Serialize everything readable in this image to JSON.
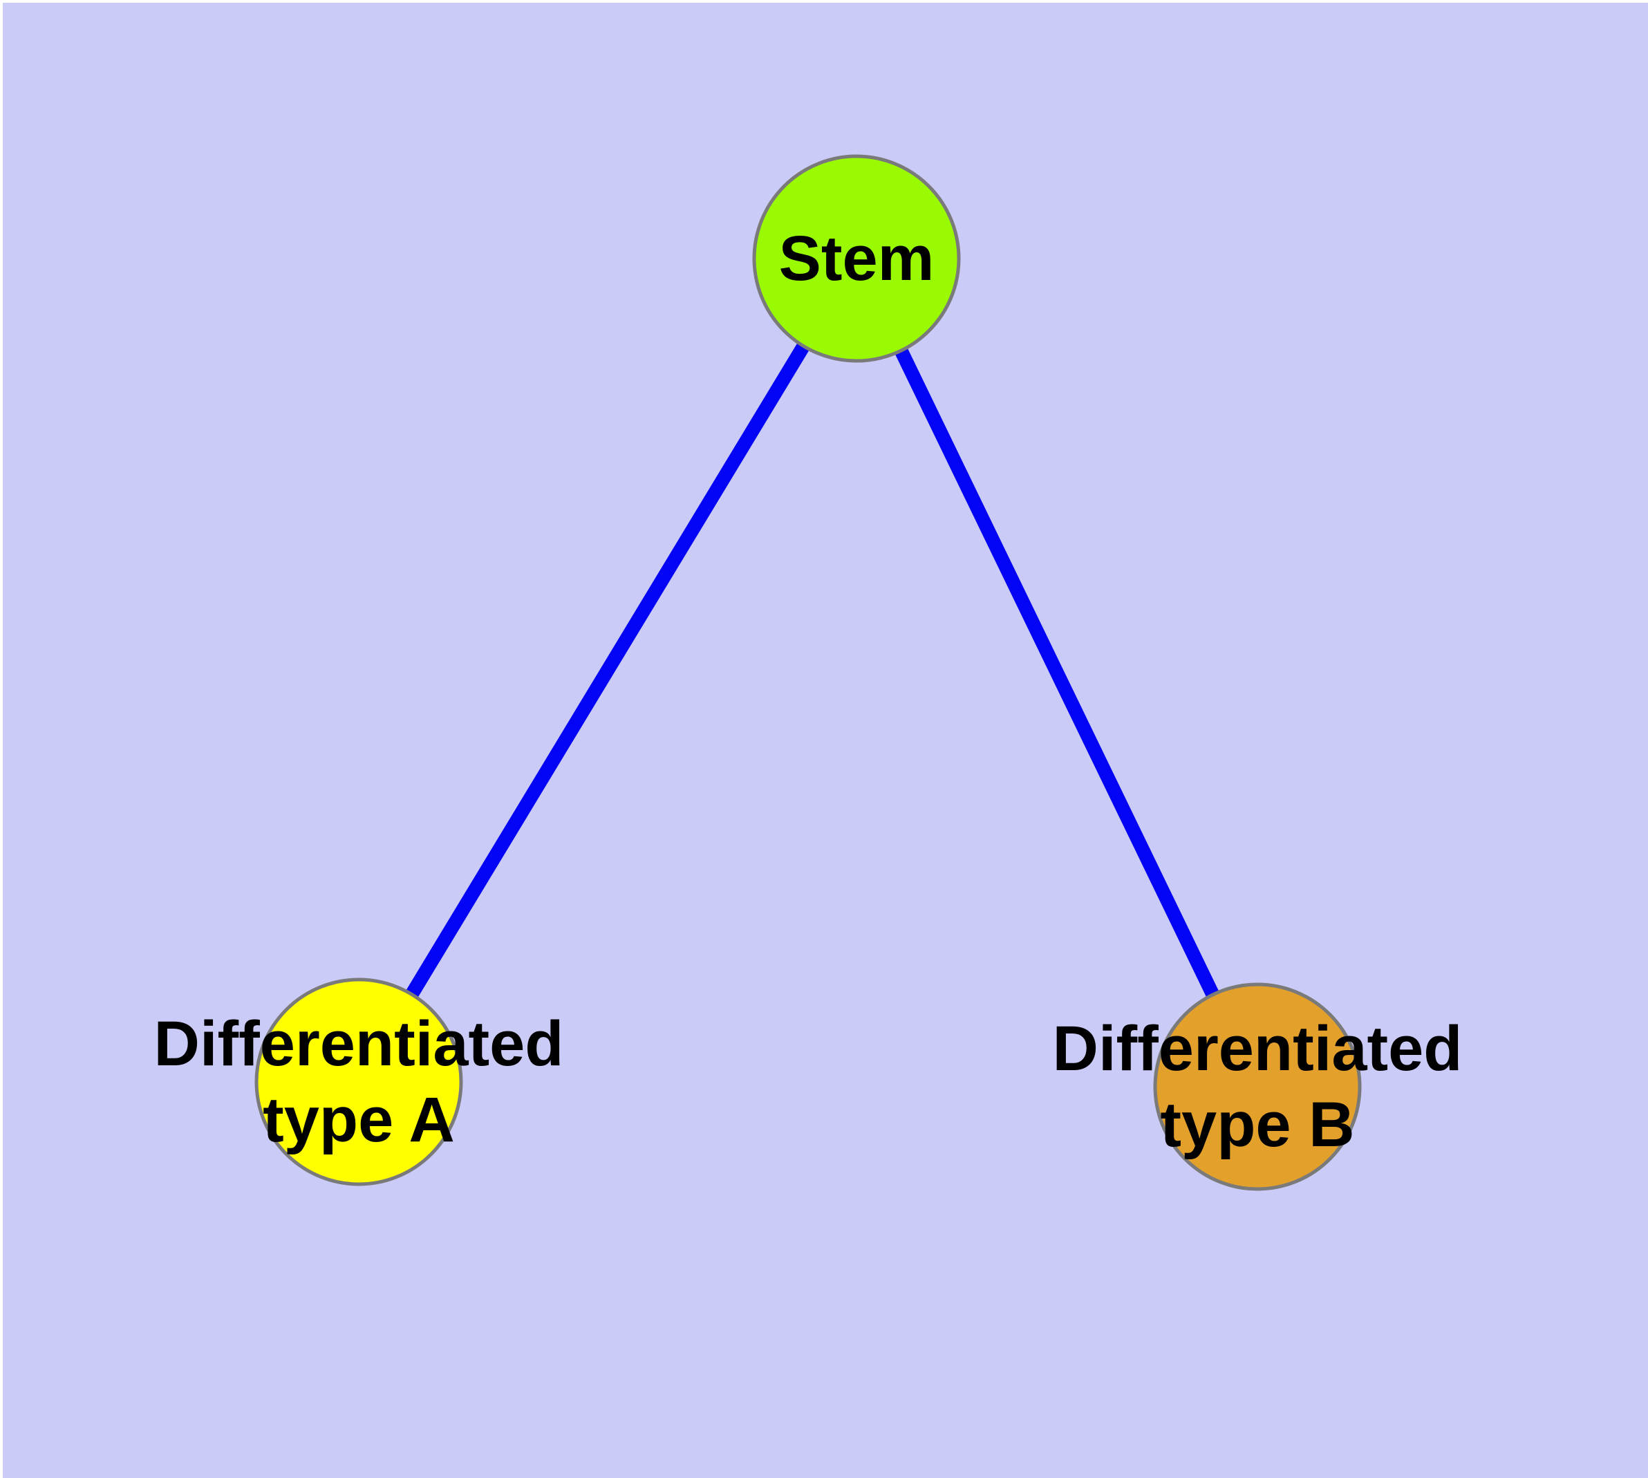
{
  "figure": {
    "type": "graph-diagram",
    "background_color": "#ffffff",
    "canvas_color": "#cbcbf8",
    "edge_color": "#0303f5",
    "node_border_color": "#7a7a7a",
    "label_color": "#000000"
  },
  "nodes": [
    {
      "id": "stem",
      "label": "Stem",
      "fill": "#9afa02"
    },
    {
      "id": "differentiated-type-a",
      "label": "Differentiated\ntype A",
      "fill": "#ffff00"
    },
    {
      "id": "differentiated-type-b",
      "label": "Differentiated\ntype B",
      "fill": "#e3a02b"
    }
  ],
  "edges": [
    {
      "from": "stem",
      "to": "differentiated-type-a"
    },
    {
      "from": "stem",
      "to": "differentiated-type-b"
    }
  ]
}
